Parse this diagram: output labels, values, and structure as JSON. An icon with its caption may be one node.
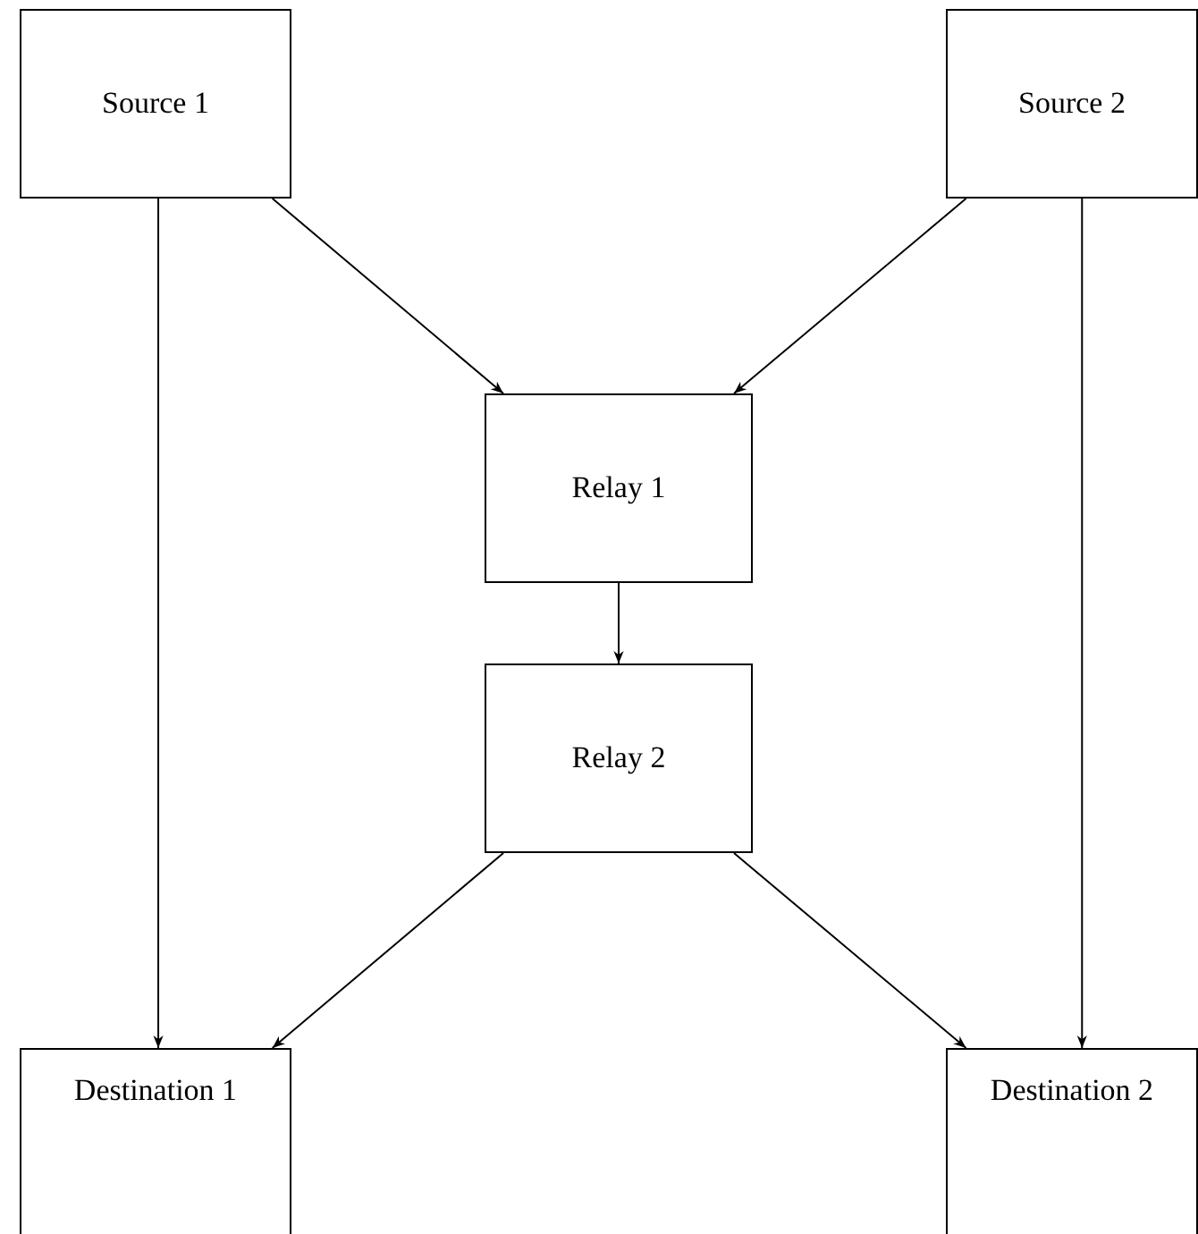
{
  "diagram": {
    "nodes": [
      {
        "text": [
          "Source 1"
        ]
      },
      {
        "text": [
          "Source 2"
        ]
      },
      {
        "text": [
          "Relay 1"
        ]
      },
      {
        "text": [
          "Relay 2"
        ]
      },
      {
        "text": [
          "Destination 1"
        ]
      },
      {
        "text": [
          "Destination 2"
        ]
      }
    ],
    "edges": [
      {
        "from": 0,
        "to": 4,
        "arrow": "to"
      },
      {
        "from": 0,
        "to": 2,
        "arrow": "to"
      },
      {
        "from": 1,
        "to": 2,
        "arrow": "to"
      },
      {
        "from": 1,
        "to": 5,
        "arrow": "to"
      },
      {
        "from": 2,
        "to": 3,
        "arrow": "to"
      },
      {
        "from": 3,
        "to": 4,
        "arrow": "to"
      },
      {
        "from": 3,
        "to": 5,
        "arrow": "to"
      }
    ]
  }
}
